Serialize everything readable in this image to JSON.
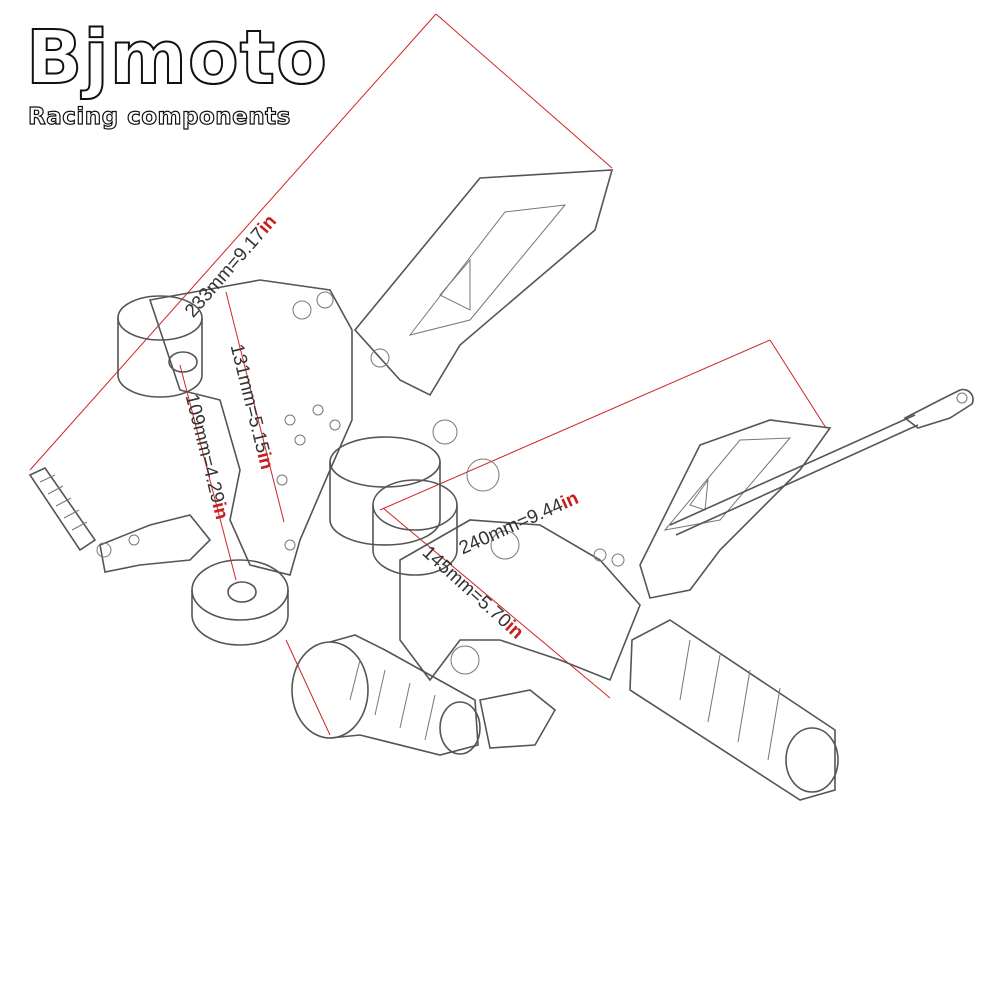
{
  "brand": {
    "name": "Bjmoto",
    "tagline": "Racing components"
  },
  "dimensions": [
    {
      "id": "d233",
      "value": "233mm=9.17",
      "unit": "in"
    },
    {
      "id": "d131",
      "value": "131mm=5.15",
      "unit": "in"
    },
    {
      "id": "d109",
      "value": "109mm=4.29",
      "unit": "in"
    },
    {
      "id": "d240",
      "value": "240mm=9.44",
      "unit": "in"
    },
    {
      "id": "d145",
      "value": "145mm=5.70",
      "unit": "in"
    }
  ],
  "colors": {
    "line_art": "#555555",
    "dimension_lines": "#d02525",
    "unit_text": "#c81e1e"
  }
}
